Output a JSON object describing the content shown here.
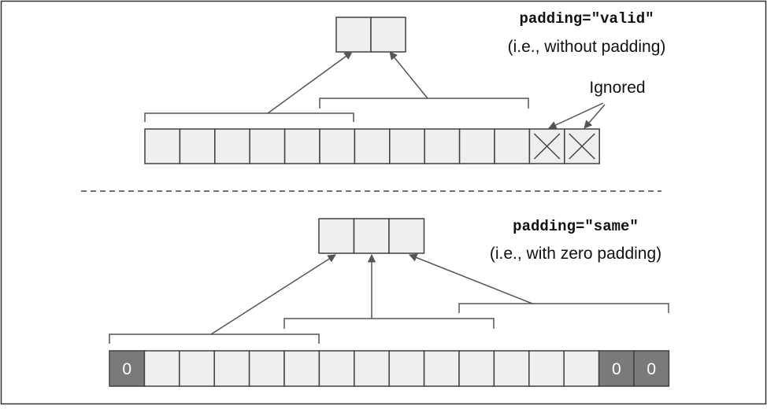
{
  "valid": {
    "code_label": "padding=\"valid\"",
    "subtitle": "(i.e., without padding)",
    "ignored_label": "Ignored",
    "output_cells": 2,
    "input_cells": 11,
    "ignored_cells": 2
  },
  "same": {
    "code_label": "padding=\"same\"",
    "subtitle": "(i.e., with zero padding)",
    "output_cells": 3,
    "padding_left": [
      "0"
    ],
    "input_cells": 13,
    "padding_right": [
      "0",
      "0"
    ]
  },
  "colors": {
    "cell_fill": "#efefef",
    "cell_stroke": "#404040",
    "pad_fill": "#7a7a7a",
    "pad_text": "#ffffff",
    "line": "#555555",
    "divider": "#444444"
  }
}
